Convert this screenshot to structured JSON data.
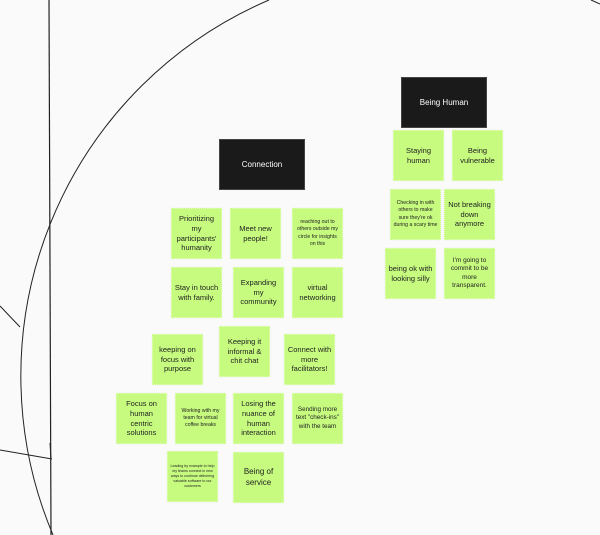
{
  "board": {
    "background": "#fafafa",
    "note_color": "#c6fb7f",
    "header_color": "#1a1a1a"
  },
  "groups": {
    "connection": {
      "title": "Connection",
      "notes": [
        "Prioritizing my participants' humanity",
        "Meet new people!",
        "reaching out to others outside my circle for insights on this",
        "Stay in touch with family.",
        "Expanding my community",
        "virtual networking",
        "keeping on focus with purpose",
        "Keeping it informal & chit chat",
        "Connect with more facilitators!",
        "Focus on human centric solutions",
        "Working with my team for virtual coffee breaks",
        "Losing the nuance of human interaction",
        "Sending more text \"check-ins\" with the team",
        "Leading by example to help my teams connect in new ways to continue delivering valuable software to our customers",
        "Being of service"
      ]
    },
    "being_human": {
      "title": "Being Human",
      "notes": [
        "Staying human",
        "Being vulnerable",
        "Checking in with others to make sure they're ok during a scary time",
        "Not breaking down anymore",
        "being ok with looking silly",
        "I'm going to commit to be more transparent."
      ]
    }
  }
}
